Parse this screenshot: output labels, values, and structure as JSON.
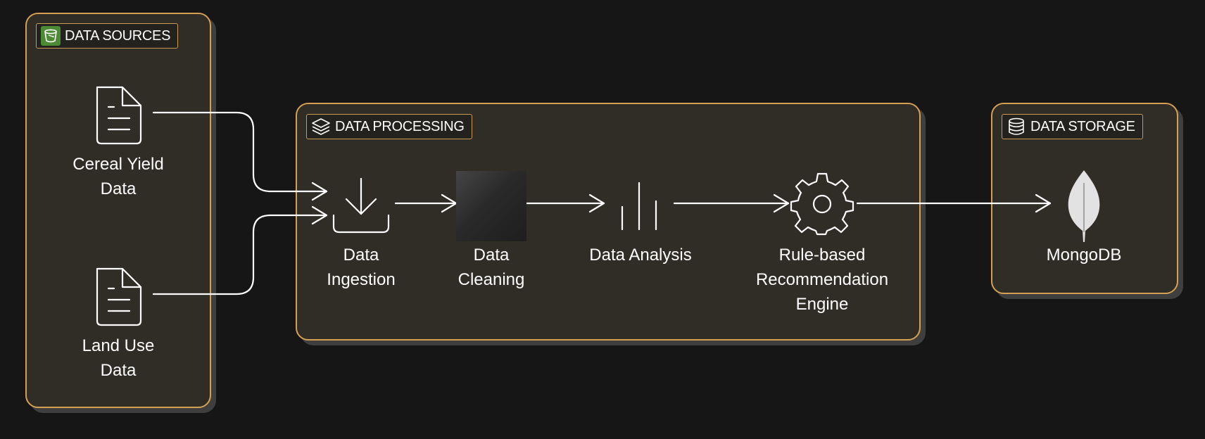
{
  "groups": {
    "sources": {
      "label": "DATA SOURCES"
    },
    "processing": {
      "label": "DATA PROCESSING"
    },
    "storage": {
      "label": "DATA STORAGE"
    }
  },
  "nodes": {
    "cereal_yield": {
      "lines": [
        "Cereal Yield",
        "Data"
      ],
      "icon": "document-icon"
    },
    "land_use": {
      "lines": [
        "Land Use",
        "Data"
      ],
      "icon": "document-icon"
    },
    "ingestion": {
      "lines": [
        "Data",
        "Ingestion"
      ],
      "icon": "download-icon"
    },
    "cleaning": {
      "lines": [
        "Data",
        "Cleaning"
      ],
      "icon": "blank-tile"
    },
    "analysis": {
      "lines": [
        "Data Analysis"
      ],
      "icon": "bar-chart-icon"
    },
    "engine": {
      "lines": [
        "Rule-based",
        "Recommendation",
        "Engine"
      ],
      "icon": "gear-icon"
    },
    "mongodb": {
      "lines": [
        "MongoDB"
      ],
      "icon": "mongodb-leaf-icon"
    }
  },
  "edges": [
    {
      "from": "cereal_yield",
      "to": "ingestion"
    },
    {
      "from": "land_use",
      "to": "ingestion"
    },
    {
      "from": "ingestion",
      "to": "cleaning"
    },
    {
      "from": "cleaning",
      "to": "analysis"
    },
    {
      "from": "analysis",
      "to": "engine"
    },
    {
      "from": "engine",
      "to": "mongodb"
    }
  ],
  "colors": {
    "background": "#161616",
    "group_fill": "#302d27",
    "group_border": "#d6a054",
    "line": "#ffffff",
    "bucket_icon_bg": "#4d8a34"
  }
}
